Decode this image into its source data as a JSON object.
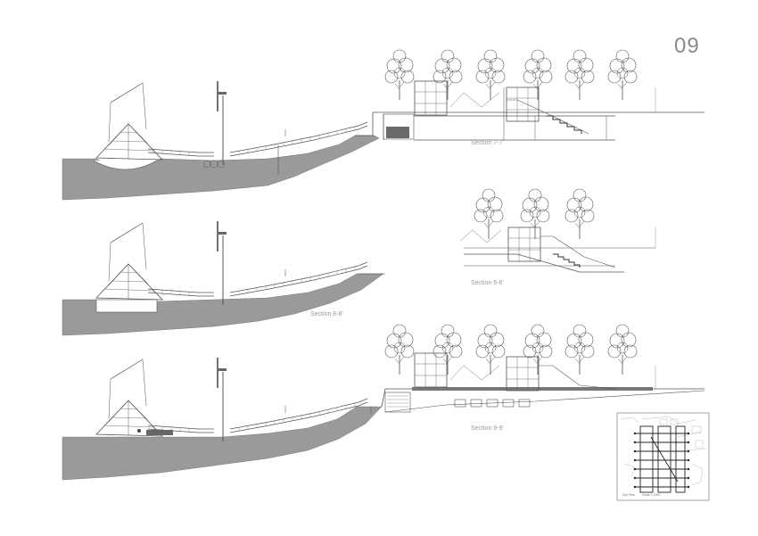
{
  "sheet": {
    "page_number": "09",
    "captions": {
      "section_7": "Section 7-7'",
      "section_6": "Section 6-6'",
      "section_8": "Section 8-8'",
      "section_9": "Section 9-9'"
    },
    "key_plan": {
      "label_left": "Key Plan",
      "label_right": "Scale 1:2000"
    },
    "colors": {
      "ground_fill": "#9a9a9a",
      "line": "#555555",
      "caption_text": "#9a9a9a"
    }
  }
}
